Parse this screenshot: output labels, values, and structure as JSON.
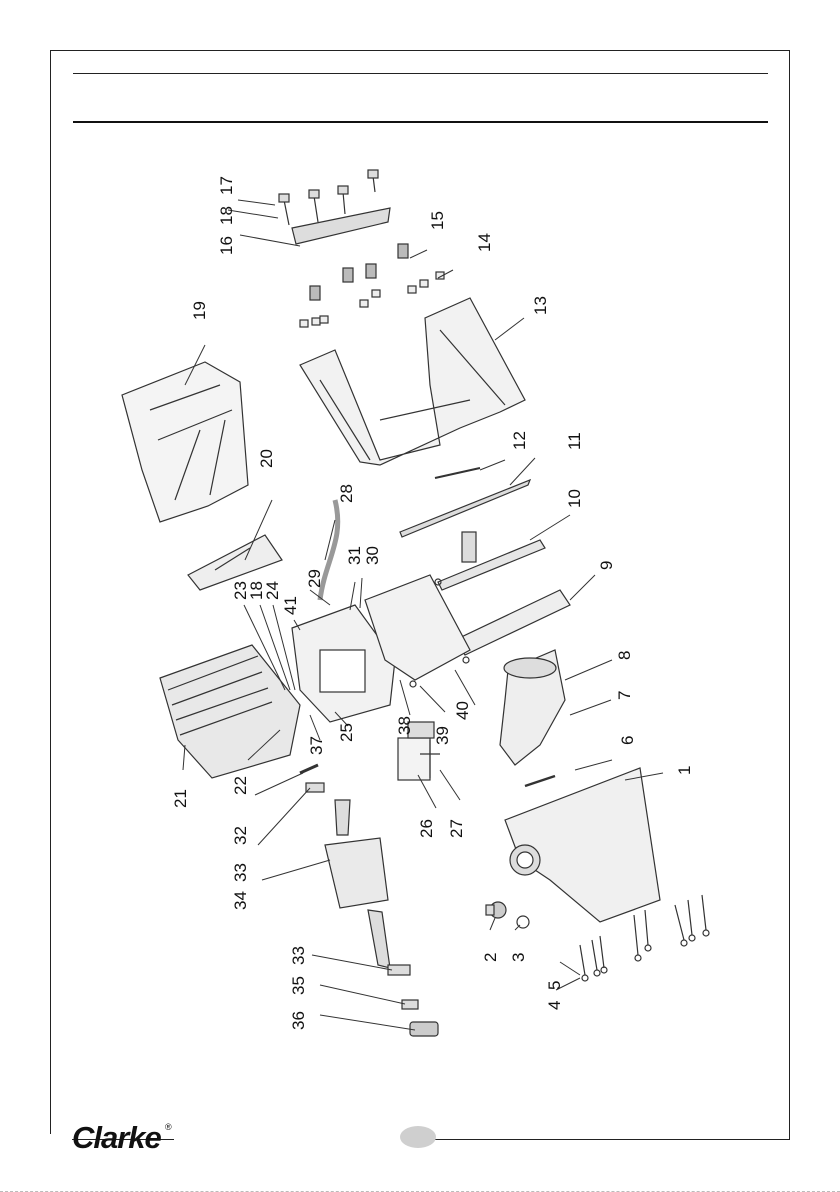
{
  "brand": {
    "logo_text": "Clarke",
    "registered_mark": "®"
  },
  "callouts": {
    "n1": "1",
    "n2": "2",
    "n3": "3",
    "n4": "4",
    "n5": "5",
    "n6": "6",
    "n7": "7",
    "n8": "8",
    "n9": "9",
    "n10": "10",
    "n11": "11",
    "n12": "12",
    "n13": "13",
    "n14": "14",
    "n15": "15",
    "n16": "16",
    "n17": "17",
    "n18": "18",
    "n18b": "18",
    "n19": "19",
    "n20": "20",
    "n21": "21",
    "n22": "22",
    "n23": "23",
    "n24": "24",
    "n25": "25",
    "n26": "26",
    "n27": "27",
    "n28": "28",
    "n29": "29",
    "n30": "30",
    "n31": "31",
    "n32": "32",
    "n33": "33",
    "n33b": "33",
    "n34": "34",
    "n35": "35",
    "n36": "36",
    "n37": "37",
    "n38": "38",
    "n39": "39",
    "n40": "40",
    "n41": "41"
  }
}
